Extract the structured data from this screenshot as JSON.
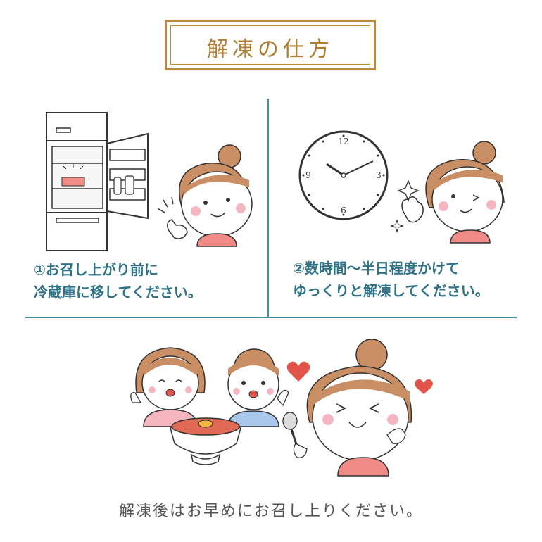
{
  "title": "解凍の仕方",
  "step1": {
    "line1": "①お召し上がり前に",
    "line2": "冷蔵庫に移してください。"
  },
  "step2": {
    "line1": "②数時間〜半日程度かけて",
    "line2": "ゆっくりと解凍してください。"
  },
  "clock": {
    "n12": "12",
    "n3": "3",
    "n6": "6",
    "n9": "9"
  },
  "footer": "解凍後はお早めにお召し上りください。",
  "colors": {
    "frame": "#b98a3f",
    "teal": "#3f93a5",
    "caption": "#2f7288",
    "hair": "#c98e63",
    "shirt": "#f08b86",
    "heart": "#e2534a"
  }
}
